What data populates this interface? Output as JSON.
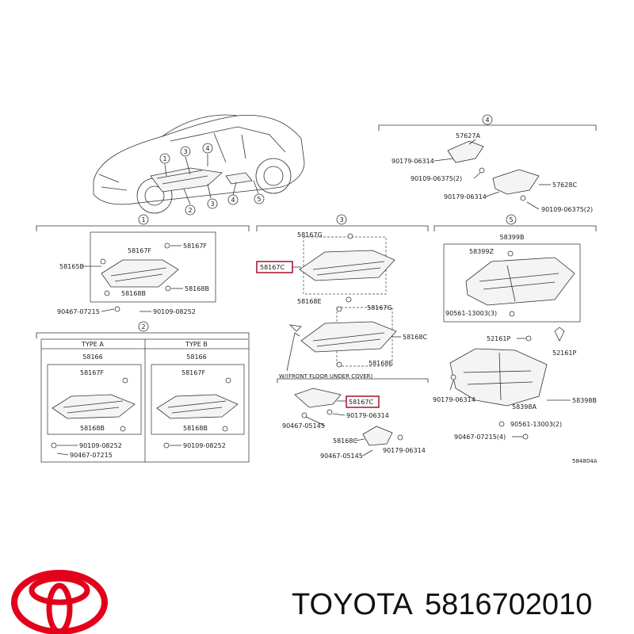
{
  "diagram": {
    "callouts": [
      "1",
      "2",
      "3",
      "4",
      "5"
    ],
    "sections": {
      "s1": {
        "circle": "1",
        "labels": {
          "a": "58165B",
          "b": "58167F",
          "c": "58167F",
          "d": "58168B",
          "e": "58168B",
          "f": "90467-07215",
          "g": "90109-08252"
        }
      },
      "s2": {
        "circle": "2",
        "type_a": {
          "title": "TYPE A",
          "part": "58166",
          "l1": "58167F",
          "l2": "58168B",
          "l3": "90109-08252",
          "l4": "90467-07215"
        },
        "type_b": {
          "title": "TYPE B",
          "part": "58166",
          "l1": "58167F",
          "l2": "58168B",
          "l3": "90109-08252"
        }
      },
      "s3": {
        "circle": "3",
        "labels": {
          "a": "58167G",
          "b": "58167C",
          "c": "58168E",
          "d": "58167G",
          "e": "58168C",
          "f": "58168E"
        },
        "note": "W/(FRONT FLOOR UNDER COVER)",
        "sub": {
          "a": "58167C",
          "b": "90179-06314",
          "c": "90467-05145",
          "d": "58168C",
          "e": "90179-06314",
          "f": "90467-05145"
        }
      },
      "s4": {
        "circle": "4",
        "labels": {
          "a": "57627A",
          "b": "90179-06314",
          "c": "90109-06375(2)",
          "d": "57628C",
          "e": "90179-06314",
          "f": "90109-06375(2)"
        }
      },
      "s5": {
        "circle": "5",
        "labels": {
          "a": "58399B",
          "b": "58399Z",
          "c": "90561-13003(3)",
          "d": "52161P",
          "e": "52161P",
          "f": "90179-06314",
          "g": "58398A",
          "h": "58398B",
          "i": "90561-13003(2)",
          "j": "90467-07215(4)"
        }
      }
    },
    "ref_code": "584804A"
  },
  "brand": {
    "name": "TOYOTA",
    "part_number": "5816702010",
    "logo_color": "#e3001b"
  }
}
